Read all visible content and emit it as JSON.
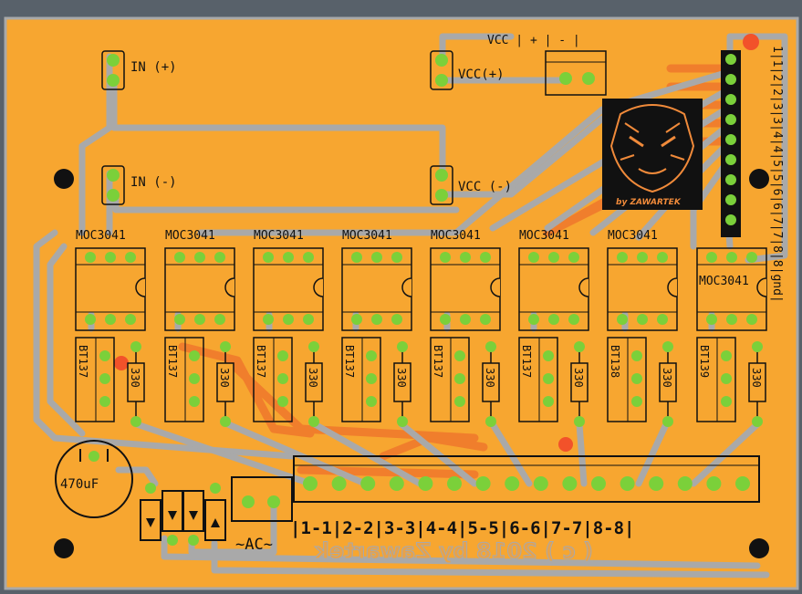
{
  "labels": {
    "in_plus": "IN (+)",
    "in_minus": "IN (-)",
    "vcc_header": "VCC | + | - |",
    "vcc_plus": "VCC(+)",
    "vcc_minus": "VCC (-)",
    "logo_caption": "by ZAWARTEK",
    "connector_right": "1|1|2|2|3|3|4|4|5|5|6|6|7|7|8|8|gnd|",
    "bottom_connector": "|1-1|2-2|3-3|4-4|5-5|6-6|7-7|8-8|",
    "ac_label": "~AC~",
    "capacitor": "470uF",
    "copyright_mirrored": "( c ) 2018 by Zawartek"
  },
  "channels": [
    {
      "opto": "MOC3041",
      "triac": "BT137",
      "resistor": "330"
    },
    {
      "opto": "MOC3041",
      "triac": "BT137",
      "resistor": "330"
    },
    {
      "opto": "MOC3041",
      "triac": "BT137",
      "resistor": "330"
    },
    {
      "opto": "MOC3041",
      "triac": "BT137",
      "resistor": "330"
    },
    {
      "opto": "MOC3041",
      "triac": "BT137",
      "resistor": "330"
    },
    {
      "opto": "MOC3041",
      "triac": "BT137",
      "resistor": "330"
    },
    {
      "opto": "MOC3041",
      "triac": "BT138",
      "resistor": "330"
    },
    {
      "opto": "MOC3041",
      "triac": "BT139",
      "resistor": "330"
    }
  ],
  "colors": {
    "board": "#f7a630",
    "trace": "#a9a9a9",
    "trace_back": "#f07a2c",
    "pad": "#7bd03a",
    "silk": "#111111",
    "background": "#58616a"
  },
  "icons": {
    "logo": "tiger-head-logo",
    "mounting": "mounting-hole"
  }
}
